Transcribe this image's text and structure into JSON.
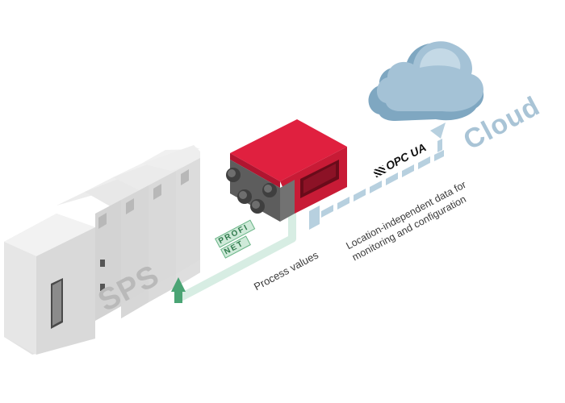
{
  "labels": {
    "sps": "SPS",
    "cloud": "Cloud",
    "process_values": "Process values",
    "location_line1": "Location-independent data for",
    "location_line2": "monitoring and configuration",
    "opc_ua": "OPC UA",
    "profinet_top": "PROFI",
    "profinet_bottom": "NET"
  },
  "colors": {
    "sps_label": "#b9b9b9",
    "cloud_label": "#a9c4d6",
    "cloud_fill": "#a4c2d6",
    "sensor_red": "#d21e3b",
    "sensor_gray": "#6b6b6b",
    "sps_path": "#cfe8dc",
    "sps_arrow": "#4aa474",
    "cloud_path": "#aecadb"
  },
  "icons": {
    "sps_arrow": "arrow-up-icon",
    "cloud_arrow": "arrow-down-icon",
    "cloud": "cloud-icon",
    "sensor": "sensor-device-icon",
    "plc": "plc-rack-icon"
  }
}
